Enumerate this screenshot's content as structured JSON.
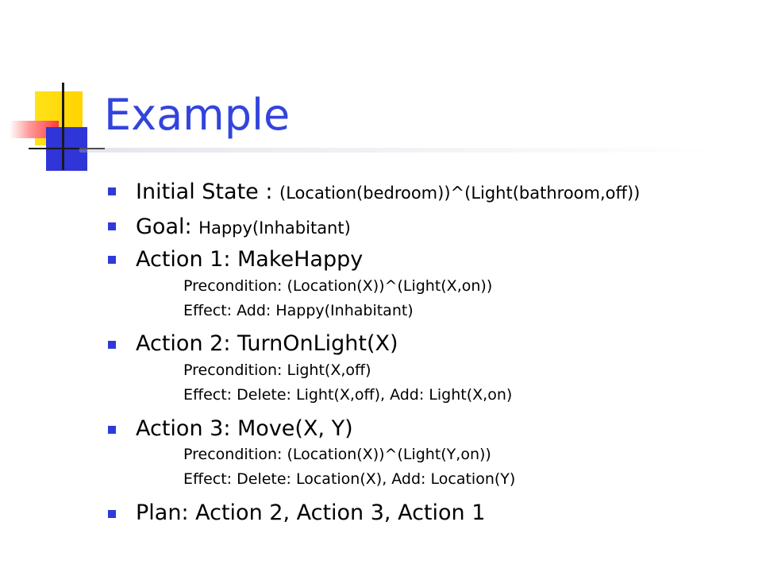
{
  "slide": {
    "title": "Example",
    "items": [
      {
        "label": "Initial State : ",
        "detail": "(Location(bedroom))^(Light(bathroom,off))"
      },
      {
        "label": "Goal: ",
        "detail": "Happy(Inhabitant)"
      },
      {
        "label": "Action 1: MakeHappy",
        "sub": [
          "Precondition: (Location(X))^(Light(X,on))",
          "Effect: Add: Happy(Inhabitant)"
        ]
      },
      {
        "label": "Action 2: TurnOnLight(X)",
        "sub": [
          "Precondition: Light(X,off)",
          "Effect: Delete: Light(X,off), Add: Light(X,on)"
        ]
      },
      {
        "label": "Action 3: Move(X, Y)",
        "sub": [
          "Precondition: (Location(X))^(Light(Y,on))",
          "Effect: Delete: Location(X), Add: Location(Y)"
        ]
      },
      {
        "label": "Plan: Action 2, Action 3, Action 1"
      }
    ]
  },
  "colors": {
    "title": "#3344dd",
    "bullet": "#2e3bd8",
    "text": "#000000",
    "background": "#ffffff"
  }
}
